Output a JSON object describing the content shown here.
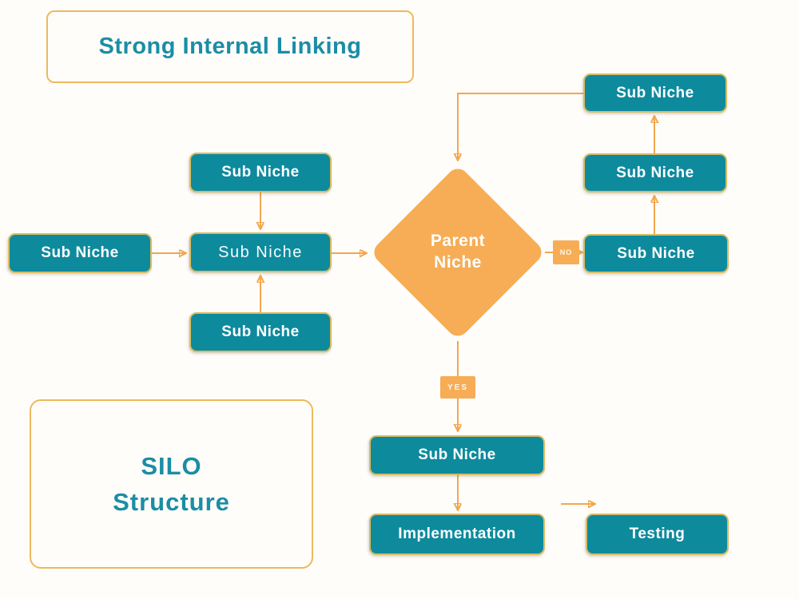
{
  "title_box": {
    "label": "Strong Internal Linking"
  },
  "silo_box": {
    "line1": "SILO",
    "line2": "Structure"
  },
  "diamond": {
    "line1": "Parent",
    "line2": "Niche"
  },
  "edge_labels": {
    "no": "NO",
    "yes": "YES"
  },
  "nodes": {
    "left_sub": {
      "label": "Sub Niche"
    },
    "mid_top_sub": {
      "label": "Sub Niche"
    },
    "mid_center_sub": {
      "label": "Sub Niche"
    },
    "mid_bottom_sub": {
      "label": "Sub Niche"
    },
    "right_top_sub": {
      "label": "Sub Niche"
    },
    "right_mid_sub": {
      "label": "Sub Niche"
    },
    "right_bottom_sub": {
      "label": "Sub Niche"
    },
    "bottom_sub": {
      "label": "Sub Niche"
    },
    "implementation": {
      "label": "Implementation"
    },
    "testing": {
      "label": "Testing"
    }
  },
  "colors": {
    "node_fill": "#0E8A9D",
    "node_border": "#D9BC63",
    "diamond_fill": "#F6AD55",
    "arrow": "#F2A74E",
    "frame_border": "#ECBA5D",
    "heading_text": "#1B8DA5",
    "node_text": "#FFFFFF",
    "background": "#FFFDFA"
  }
}
